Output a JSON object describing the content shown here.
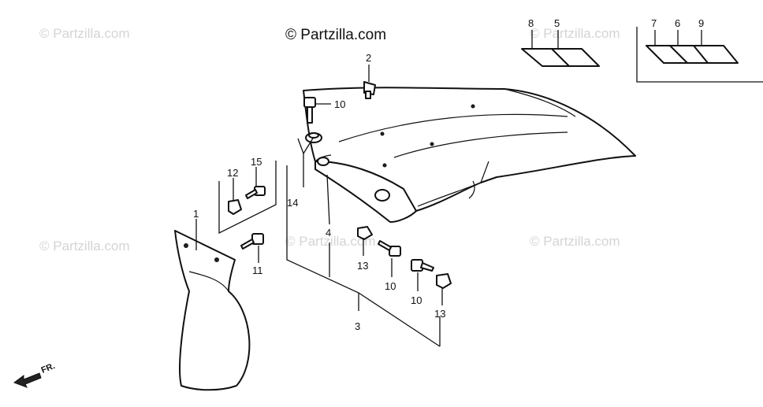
{
  "copyright": "© Partzilla.com",
  "watermark": "© Partzilla.com",
  "direction_label": "FR.",
  "callouts": {
    "c1": "1",
    "c2": "2",
    "c3": "3",
    "c4": "4",
    "c5": "5",
    "c6": "6",
    "c7": "7",
    "c8": "8",
    "c9": "9",
    "c10a": "10",
    "c10b": "10",
    "c10c": "10",
    "c11": "11",
    "c12": "12",
    "c13a": "13",
    "c13b": "13",
    "c14": "14",
    "c15": "15"
  }
}
